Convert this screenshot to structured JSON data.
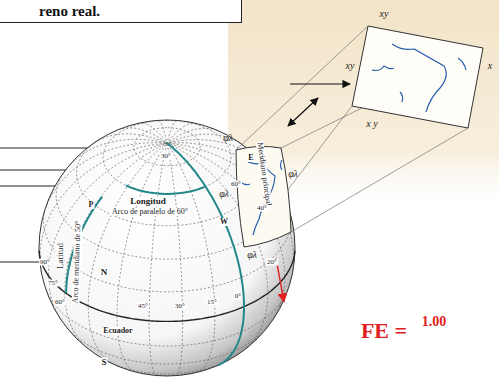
{
  "diagram": {
    "nodes": [
      {
        "text": [
          "reno real."
        ]
      }
    ],
    "labels": [
      "Longitud",
      "Arco de paralelo de 60°",
      "Meridiano principal",
      "Latitud",
      "Arco de meridiano de 50°",
      "P",
      "E",
      "W",
      "N",
      "S",
      "Ecuador",
      "30°",
      "60°",
      "40°",
      "20°",
      "90°",
      "75°",
      "60°",
      "45°",
      "30°",
      "15°",
      "0°",
      "xy",
      "xy",
      "x",
      "x y",
      "φλ",
      "φλ",
      "φλ",
      "φλ",
      "FE =",
      "1.00"
    ]
  }
}
